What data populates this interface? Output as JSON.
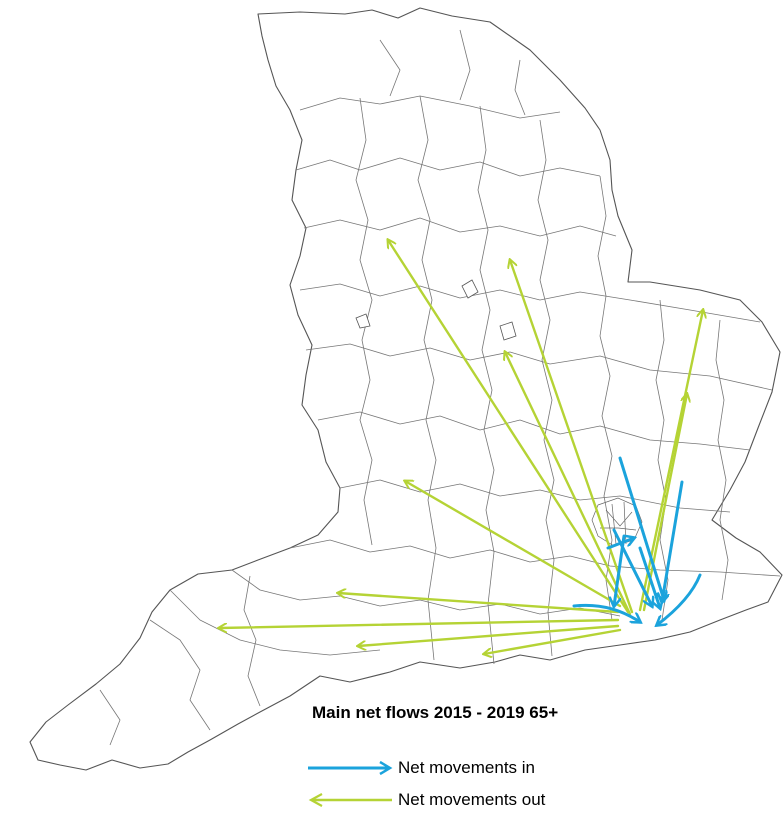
{
  "title": "Main net flows 2015 - 2019 65+",
  "colors": {
    "in": "#1ba3dc",
    "out": "#b5d335",
    "boundary": "#555555"
  },
  "legend": {
    "in_label": "Net movements in",
    "out_label": "Net movements out"
  }
}
